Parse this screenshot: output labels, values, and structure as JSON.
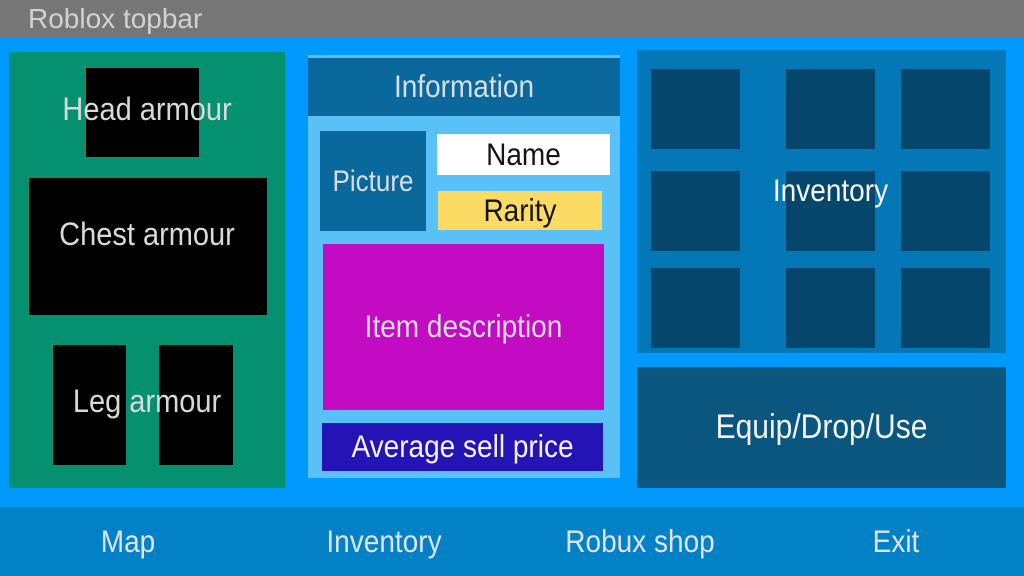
{
  "topbar": {
    "title": "Roblox topbar"
  },
  "equipment": {
    "head_label": "Head armour",
    "chest_label": "Chest armour",
    "leg_label": "Leg armour"
  },
  "info": {
    "header": "Information",
    "picture_label": "Picture",
    "name_label": "Name",
    "rarity_label": "Rarity",
    "description_label": "Item description",
    "price_label": "Average sell price"
  },
  "inventory": {
    "title": "Inventory",
    "slot_count": 9,
    "action_label": "Equip/Drop/Use"
  },
  "nav": {
    "items": [
      {
        "label": "Map"
      },
      {
        "label": "Inventory"
      },
      {
        "label": "Robux shop"
      },
      {
        "label": "Exit"
      }
    ]
  },
  "colors": {
    "topbar_bg": "#767676",
    "background": "#0099fe",
    "equipment_panel_teal": "#05906f",
    "equipment_slot_black": "#010101",
    "info_panel_light_blue": "#59c1f8",
    "info_dark_blue": "#0a689d",
    "name_box_white": "#ffffff",
    "rarity_yellow": "#fbdb64",
    "description_magenta": "#c30bc4",
    "price_indigo": "#2413b5",
    "inventory_panel_blue": "#0478b6",
    "inventory_slot_navy": "#05476a",
    "action_button_blue": "#0a567e",
    "nav_bar_blue": "#0381c6"
  }
}
